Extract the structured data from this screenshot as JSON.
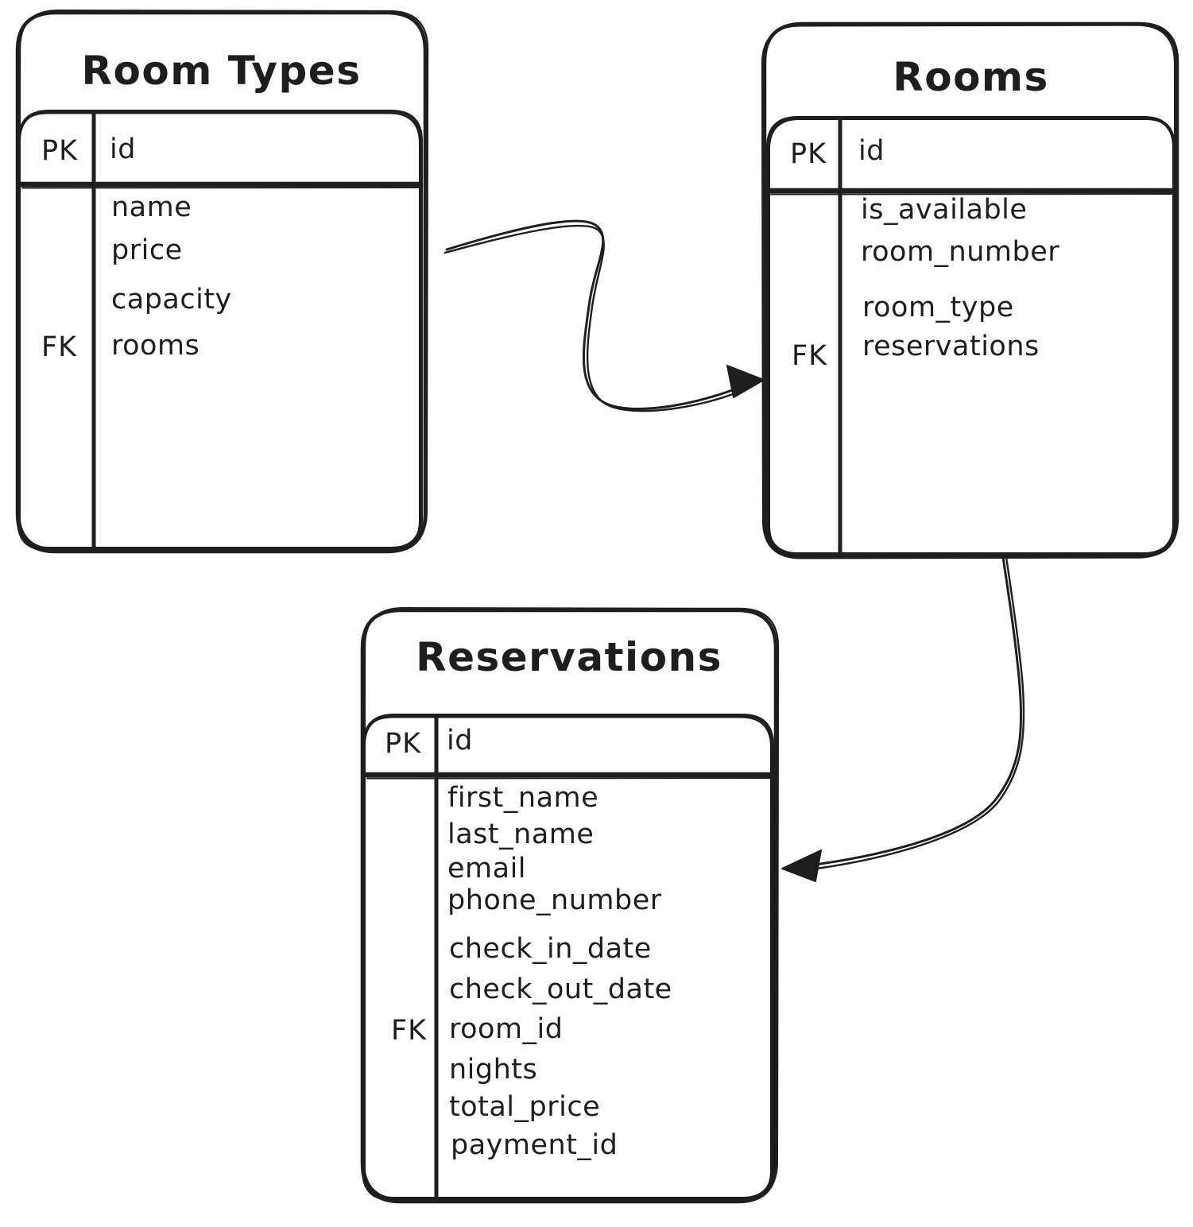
{
  "diagram": {
    "type": "entity-relationship",
    "colors": {
      "background": "#ffffff",
      "stroke": "#1e1e1e",
      "text": "#1e1e1e"
    },
    "tables": [
      {
        "title": "Room Types",
        "header": {
          "key": "PK",
          "field": "id"
        },
        "rows": [
          {
            "key": "",
            "field": "name"
          },
          {
            "key": "",
            "field": "price"
          },
          {
            "key": "",
            "field": "capacity"
          },
          {
            "key": "FK",
            "field": "rooms"
          }
        ]
      },
      {
        "title": "Rooms",
        "header": {
          "key": "PK",
          "field": "id"
        },
        "rows": [
          {
            "key": "",
            "field": "is_available"
          },
          {
            "key": "",
            "field": "room_number"
          },
          {
            "key": "",
            "field": "room_type"
          },
          {
            "key": "FK",
            "field": "reservations"
          }
        ]
      },
      {
        "title": "Reservations",
        "header": {
          "key": "PK",
          "field": "id"
        },
        "rows": [
          {
            "key": "",
            "field": "first_name"
          },
          {
            "key": "",
            "field": "last_name"
          },
          {
            "key": "",
            "field": "email"
          },
          {
            "key": "",
            "field": "phone_number"
          },
          {
            "key": "",
            "field": "check_in_date"
          },
          {
            "key": "",
            "field": "check_out_date"
          },
          {
            "key": "FK",
            "field": "room_id"
          },
          {
            "key": "",
            "field": "nights"
          },
          {
            "key": "",
            "field": "total_price"
          },
          {
            "key": "",
            "field": "payment_id"
          }
        ]
      }
    ],
    "relationships": [
      {
        "from": "Room Types",
        "to": "Rooms"
      },
      {
        "from": "Rooms",
        "to": "Reservations"
      }
    ]
  }
}
